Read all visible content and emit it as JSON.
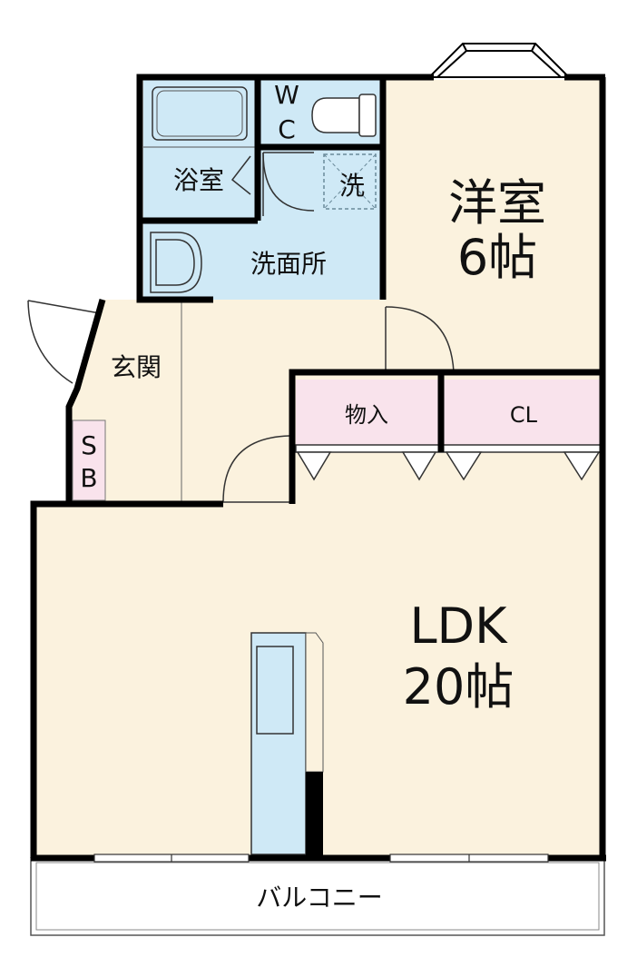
{
  "colors": {
    "room_fill": "#fbf2de",
    "wet_fill": "#cfe9f6",
    "storage_fill": "#f9e3ec",
    "wall": "#000000",
    "thin_line": "#555555"
  },
  "rooms": {
    "bathroom": "浴室",
    "wc_line1": "W",
    "wc_line2": "C",
    "washer": "洗",
    "washroom": "洗面所",
    "western_room_name": "洋室",
    "western_room_size": "6帖",
    "entrance": "玄関",
    "shoe_box_line1": "S",
    "shoe_box_line2": "B",
    "storage": "物入",
    "closet": "CL",
    "ldk_name": "LDK",
    "ldk_size": "20帖",
    "balcony": "バルコニー"
  }
}
